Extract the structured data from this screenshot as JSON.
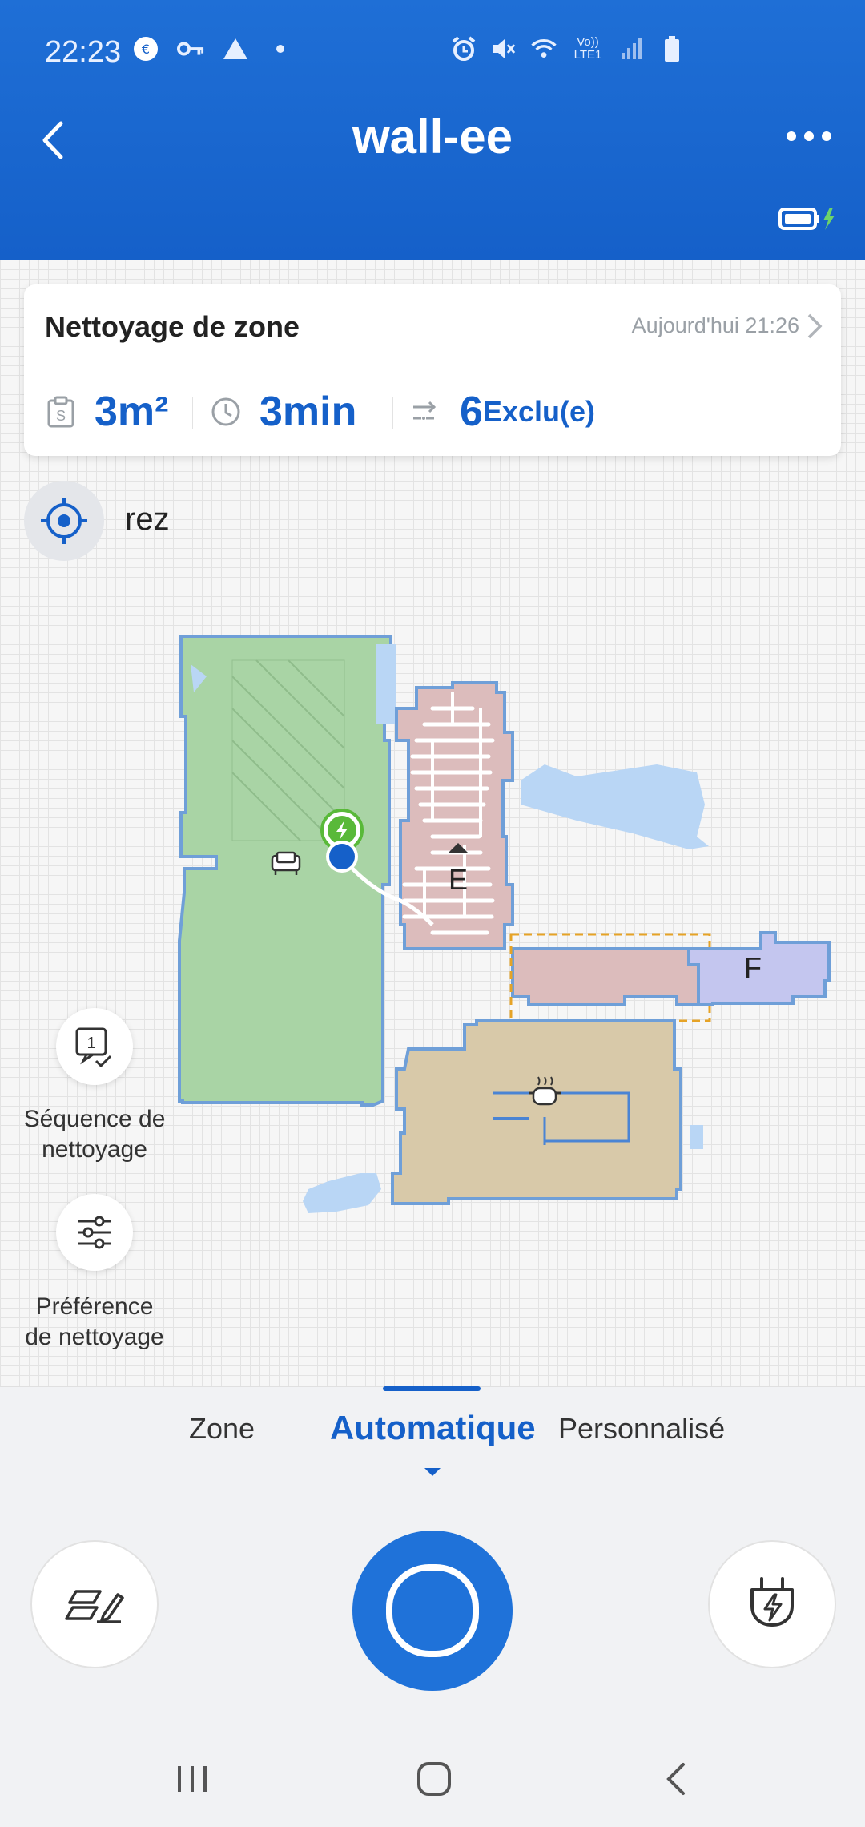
{
  "status_bar": {
    "time": "22:23",
    "left_icons": [
      "chat-bubble-icon",
      "key-icon",
      "triangle-icon",
      "dot-icon"
    ],
    "right_icons": [
      "alarm-icon",
      "mute-icon",
      "wifi-icon",
      "volte-lte-icon",
      "signal-icon",
      "battery-icon"
    ],
    "volte_label": "Vo)) LTE1"
  },
  "header": {
    "title": "wall-ee",
    "back_icon": "back-chevron-icon",
    "more_icon": "more-horizontal-icon",
    "robot_battery_icon": "charging-battery-icon"
  },
  "summary_card": {
    "title": "Nettoyage de zone",
    "date": "Aujourd'hui 21:26",
    "area_value": "3m²",
    "time_value": "3min",
    "excluded_number": "6",
    "excluded_label": "Exclu(e)"
  },
  "floor": {
    "name": "rez"
  },
  "map": {
    "room_labels": [
      "E",
      "F"
    ]
  },
  "side_actions": {
    "sequence_label_line1": "Séquence de",
    "sequence_label_line2": "nettoyage",
    "preference_label_line1": "Préférence",
    "preference_label_line2": "de nettoyage"
  },
  "mode_tabs": {
    "zone": "Zone",
    "auto": "Automatique",
    "custom": "Personnalisé",
    "active": "Automatique"
  },
  "colors": {
    "brand_blue": "#1560c9",
    "room_green": "#a9d4a5",
    "room_pink": "#dcbcbc",
    "room_tan": "#d8c9a9",
    "room_lavender": "#c4c6ef",
    "carpet_blue": "#b9d6f5"
  }
}
